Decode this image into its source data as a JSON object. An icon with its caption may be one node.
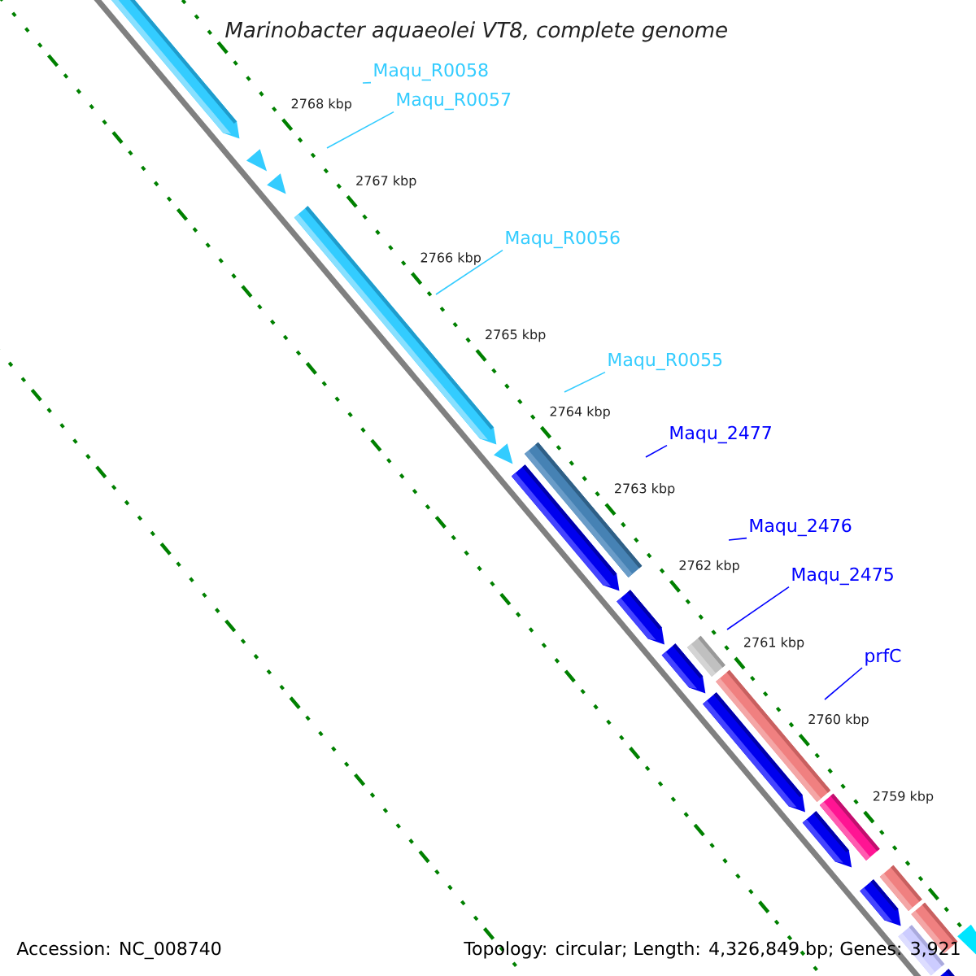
{
  "diagram": {
    "title": "Marinobacter aquaeolei VT8, complete genome",
    "nodes": [
      {
        "text": [
          "Maqu_R0058"
        ]
      },
      {
        "text": [
          "Maqu_R0057"
        ]
      },
      {
        "text": [
          "Maqu_R0056"
        ]
      },
      {
        "text": [
          "Maqu_R0055"
        ]
      },
      {
        "text": [
          "Maqu_2477"
        ]
      },
      {
        "text": [
          "Maqu_2476"
        ]
      },
      {
        "text": [
          "Maqu_2475"
        ]
      },
      {
        "text": [
          "prfC"
        ]
      }
    ],
    "edges": [
      {
        "from": 0,
        "to": null,
        "arrow": "none",
        "color": "#33ccff"
      },
      {
        "from": 1,
        "to": null,
        "arrow": "none",
        "color": "#33ccff"
      },
      {
        "from": 2,
        "to": null,
        "arrow": "none",
        "color": "#33ccff"
      },
      {
        "from": 3,
        "to": null,
        "arrow": "none",
        "color": "#33ccff"
      },
      {
        "from": 4,
        "to": null,
        "arrow": "none",
        "color": "#0000ff"
      },
      {
        "from": 5,
        "to": null,
        "arrow": "none",
        "color": "#0000ff"
      },
      {
        "from": 6,
        "to": null,
        "arrow": "none",
        "color": "#0000ff"
      },
      {
        "from": 7,
        "to": null,
        "arrow": "none",
        "color": "#0000ff"
      }
    ],
    "labels": [
      "2768 kbp",
      "2767 kbp",
      "2766 kbp",
      "2765 kbp",
      "2764 kbp",
      "2763 kbp",
      "2762 kbp",
      "2761 kbp",
      "2760 kbp",
      "2759 kbp",
      "Accession: NC_008740",
      "Topology: circular; Length: 4,326,849 bp; Genes: 3,921"
    ]
  }
}
